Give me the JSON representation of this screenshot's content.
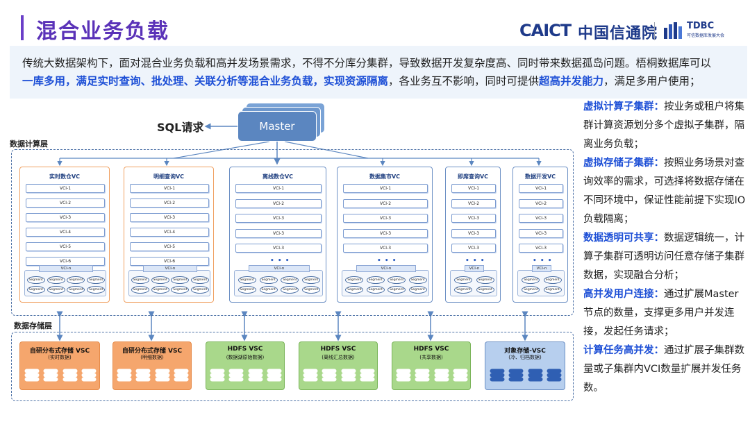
{
  "header": {
    "title": "混合业务负载",
    "caict": "CAICT",
    "caict_cn": "中国信通院",
    "tdbc": "TDBC",
    "tdbc_sub": "可信数据库发展大会"
  },
  "intro": {
    "p1": "传统大数据架构下，面对混合业务负载和高并发场景需求，不得不分库分集群，导致数据开发复杂度高、同时带来数据孤岛问题。梧桐数据库可以",
    "p2_hl": "一库多用，满足实时查询、批处理、关联分析等混合业务负载，实现资源隔离",
    "p2_mid": "，各业务互不影响，同时可提供",
    "p2_hl2": "超高并发能力",
    "p2_end": "，满足多用户使用；"
  },
  "diagram": {
    "sql_label": "SQL请求",
    "master_label": "Master",
    "compute_label": "数据计算层",
    "storage_label": "数据存储层",
    "vcs": [
      {
        "title": "实时数仓VC",
        "vcis": [
          "VCI-1",
          "VCI-2",
          "VCI-3",
          "VCI-4",
          "VCI-5",
          "VCI-6"
        ],
        "vcin": "VCI-n"
      },
      {
        "title": "明细查询VC",
        "vcis": [
          "VCI-1",
          "VCI-2",
          "VCI-3",
          "VCI-4",
          "VCI-5",
          "VCI-6"
        ],
        "vcin": "VCI-n"
      },
      {
        "title": "离线数仓VC",
        "vcis": [
          "VCI-1",
          "VCI-2",
          "VCI-3",
          "VCI-3",
          "VCI-3"
        ],
        "vcin": "VCI-n"
      },
      {
        "title": "数据集市VC",
        "vcis": [
          "VCI-1",
          "VCI-2",
          "VCI-3",
          "VCI-3",
          "VCI-3"
        ],
        "vcin": "VCI-n"
      },
      {
        "title": "即席查询VC",
        "vcis": [
          "VCI-1",
          "VCI-2",
          "VCI-3",
          "VCI-3",
          "VCI-3"
        ],
        "vcin": "VCI-n"
      },
      {
        "title": "数据开发VC",
        "vcis": [
          "VCI-1",
          "VCI-2",
          "VCI-3",
          "VCI-3",
          "VCI-3"
        ],
        "vcin": "VCI-n"
      }
    ],
    "segment_label": "Segment",
    "dots": "• • •",
    "vscs": [
      {
        "title": "自研分布式存储 VSC",
        "sub": "(实时数据)"
      },
      {
        "title": "自研分布式存储 VSC",
        "sub": "(明细数据)"
      },
      {
        "title": "HDFS VSC",
        "sub": "(数据湖原始数据)"
      },
      {
        "title": "HDFS VSC",
        "sub": "(离线汇总数据)"
      },
      {
        "title": "HDFS VSC",
        "sub": "(共享数据)"
      },
      {
        "title": "对象存储-VSC",
        "sub": "(冷、归档数据)"
      }
    ]
  },
  "features": [
    {
      "k": "虚拟计算子集群：",
      "v": "按业务或租户将集群计算资源划分多个虚拟子集群，隔离业务负载；"
    },
    {
      "k": "虚拟存储子集群：",
      "v": "按照业务场景对查询效率的需求，可选择将数据存储在不同环境中，保证性能前提下实现IO负载隔离；"
    },
    {
      "k": "数据透明可共享：",
      "v": "数据逻辑统一，计算子集群可透明访问任意存储子集群数据，实现融合分析；"
    },
    {
      "k": "高并发用户连接：",
      "v": "通过扩展Master节点的数量，支撑更多用户并发连接，发起任务请求；"
    },
    {
      "k": "计算任务高并发：",
      "v": "通过扩展子集群数量或子集群内VCI数量扩展并发任务数。"
    }
  ]
}
